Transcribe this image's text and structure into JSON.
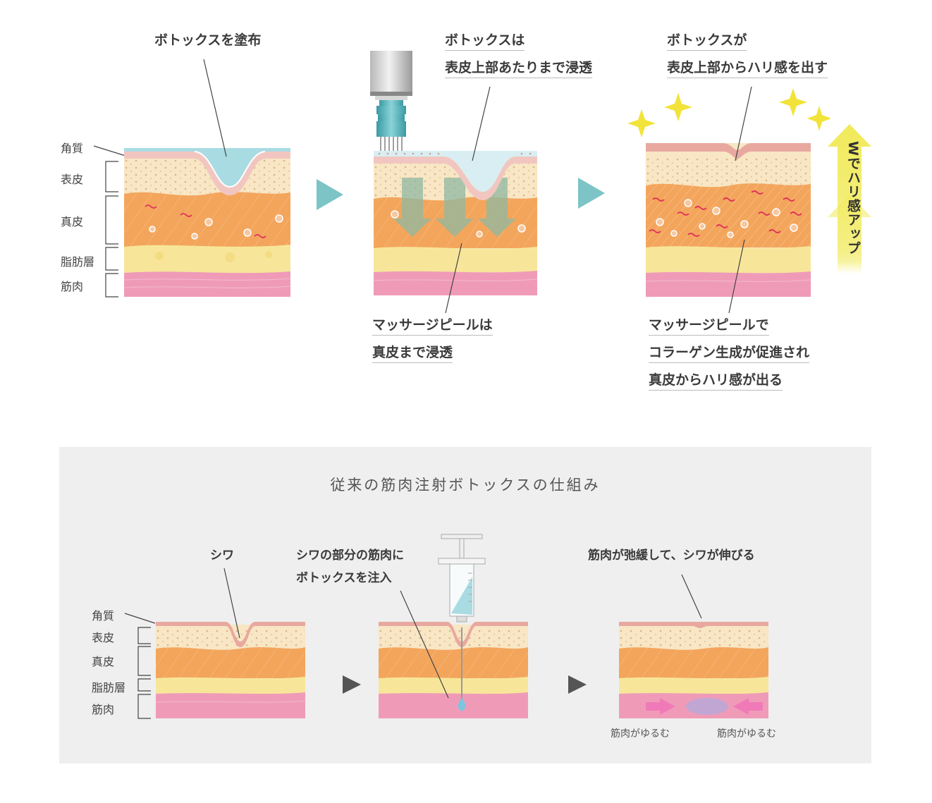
{
  "top": {
    "layer_labels": [
      "角質",
      "表皮",
      "真皮",
      "脂肪層",
      "筋肉"
    ],
    "step1": {
      "caption": "ボトックスを塗布"
    },
    "step2": {
      "caption_top": [
        "ボトックスは",
        "表皮上部あたりまで浸透"
      ],
      "caption_bottom": [
        "マッサージピールは",
        "真皮まで浸透"
      ]
    },
    "step3": {
      "caption_top": [
        "ボトックスが",
        "表皮上部からハリ感を出す"
      ],
      "caption_bottom": [
        "マッサージピールで",
        "コラーゲン生成が促進され",
        "真皮からハリ感が出る"
      ],
      "badge": "Wでハリ感アップ"
    }
  },
  "bottom": {
    "title": "従来の筋肉注射ボトックスの仕組み",
    "layer_labels": [
      "角質",
      "表皮",
      "真皮",
      "脂肪層",
      "筋肉"
    ],
    "step1": {
      "caption": "シワ"
    },
    "step2": {
      "caption": [
        "シワの部分の筋肉に",
        "ボトックスを注入"
      ]
    },
    "step3": {
      "caption": "筋肉が弛緩して、シワが伸びる",
      "muscle_left": "筋肉がゆるむ",
      "muscle_right": "筋肉がゆるむ"
    }
  },
  "colors": {
    "arrow": "#7cc4c6",
    "arrow_dark": "#555555",
    "stratum": "#f2c6c0",
    "epidermis": "#f8e6c4",
    "dermis": "#f3a55c",
    "fat": "#f7e69a",
    "muscle": "#ef9bb8",
    "botox": "#a9dbe3",
    "sparkle": "#f2e33a",
    "badge": "#f1ea5a"
  }
}
